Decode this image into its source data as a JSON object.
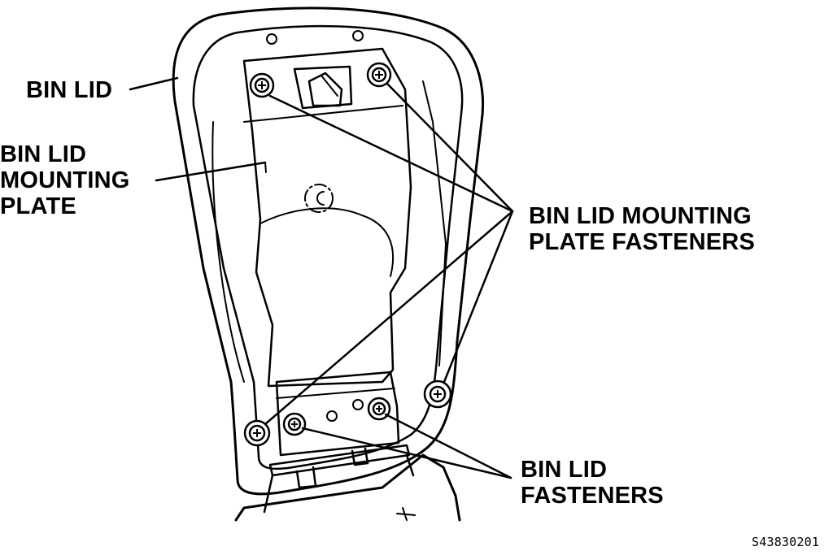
{
  "labels": {
    "bin_lid": "BIN LID",
    "mounting_plate": [
      "BIN LID",
      "MOUNTING",
      "PLATE"
    ],
    "plate_fasteners": [
      "BIN LID MOUNTING",
      "PLATE FASTENERS"
    ],
    "lid_fasteners": [
      "BIN LID",
      "FASTENERS"
    ],
    "figure_code": "S43830201"
  },
  "colors": {
    "ink": "#000000",
    "paper": "#ffffff"
  }
}
